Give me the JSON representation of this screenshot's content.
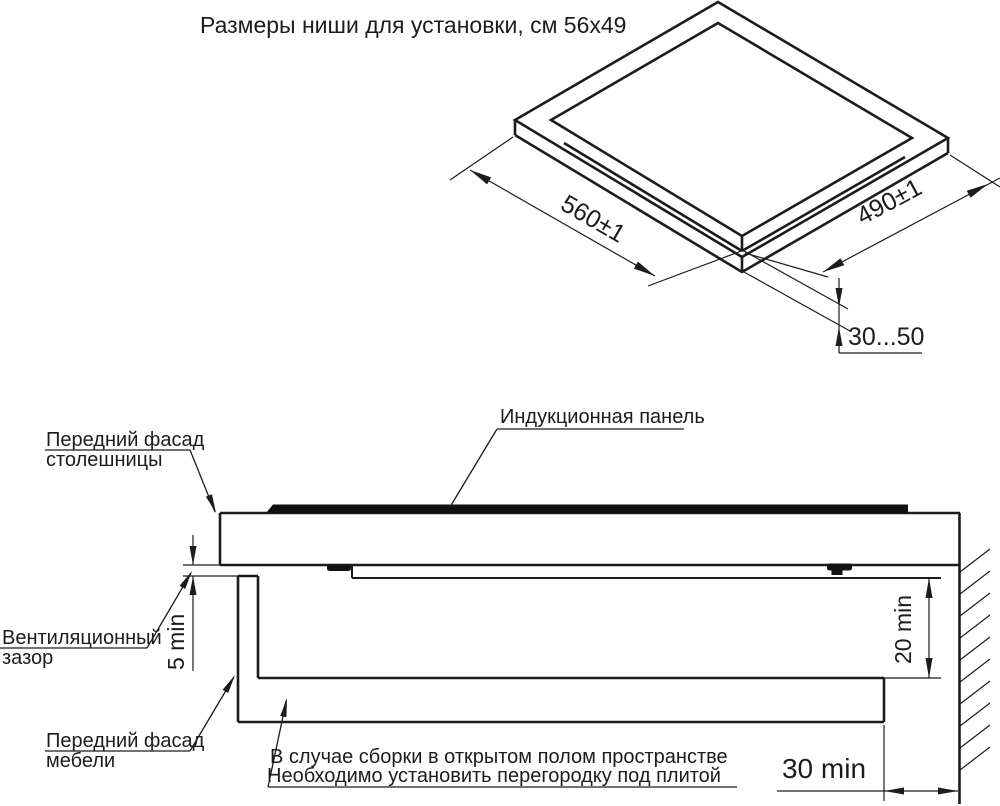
{
  "title": "Размеры ниши для установки, см 56x49",
  "colors": {
    "line": "#1c1c1c",
    "panel": "#111111",
    "background": "#ffffff"
  },
  "iso_view": {
    "dim_width": "560±1",
    "dim_depth": "490±1",
    "dim_height_range": "30...50"
  },
  "section_view": {
    "label_induction_panel": "Индукционная панель",
    "label_worktop_front_line1": "Передний фасад",
    "label_worktop_front_line2": "столешницы",
    "label_vent_gap_line1": "Вентиляционный",
    "label_vent_gap_line2": "зазор",
    "label_furniture_front_line1": "Передний фасад",
    "label_furniture_front_line2": "мебели",
    "dim_gap_front": "5 min",
    "dim_gap_rear": "20 min",
    "dim_gap_wall": "30 min",
    "note_line1": "В случае сборки в открытом полом пространстве",
    "note_line2": "Необходимо установить перегородку под плитой"
  }
}
